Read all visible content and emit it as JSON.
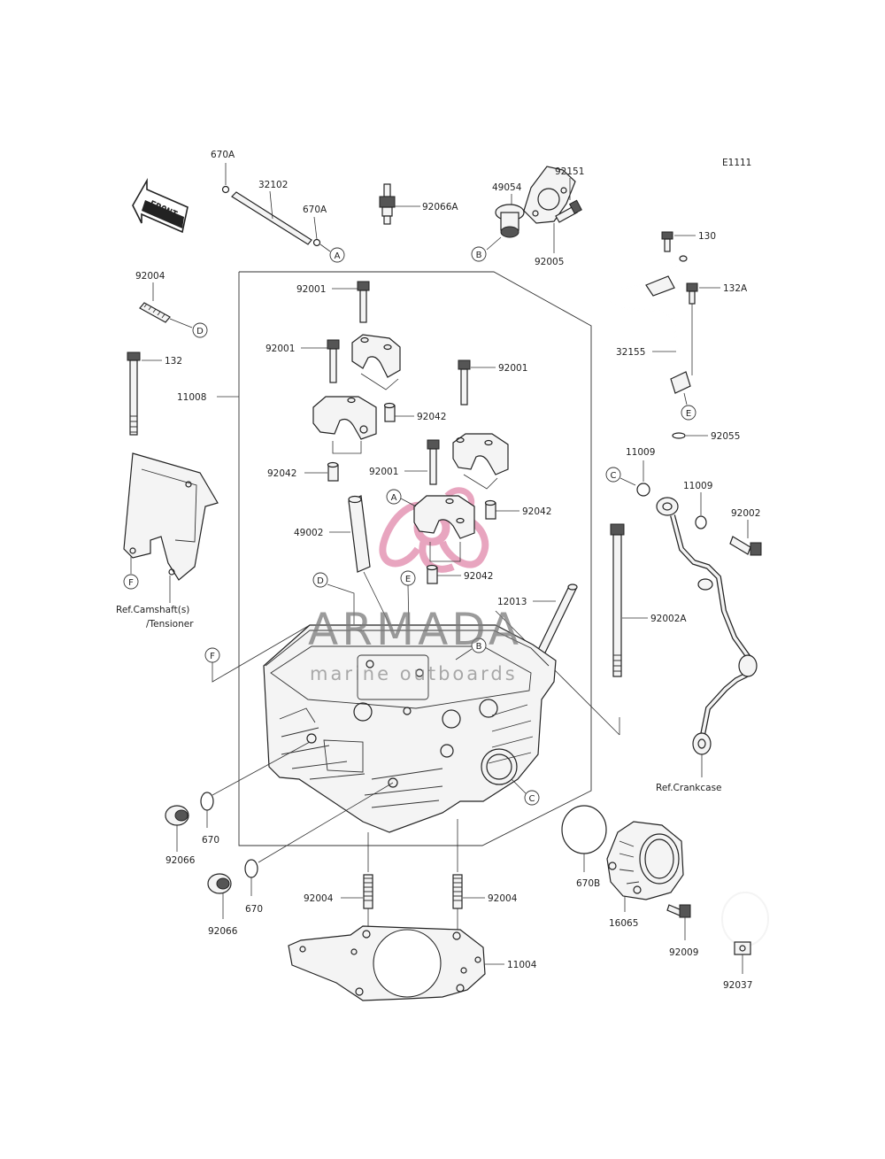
{
  "diagram_code": "E1111",
  "front_label": "FRONT",
  "watermark": {
    "brand": "ARMADA",
    "tagline": "marine outboards",
    "logo_color": "#e38fb0"
  },
  "parts": {
    "p670A_1": "670A",
    "p32102": "32102",
    "p670A_2": "670A",
    "p92066A": "92066A",
    "p49054": "49054",
    "p92151": "92151",
    "p92005": "92005",
    "p130": "130",
    "p132A": "132A",
    "p32155": "32155",
    "p92055": "92055",
    "p92004_top": "92004",
    "p132": "132",
    "p11008": "11008",
    "p92001_a": "92001",
    "p92001_b": "92001",
    "p92001_c": "92001",
    "p92001_d": "92001",
    "p92042_a": "92042",
    "p92042_b": "92042",
    "p92042_c": "92042",
    "p92042_d": "92042",
    "p49002": "49002",
    "p11009_a": "11009",
    "p11009_b": "11009",
    "p92002": "92002",
    "p92002A": "92002A",
    "p12013": "12013",
    "p670_a": "670",
    "p670_b": "670",
    "p92066_a": "92066",
    "p92066_b": "92066",
    "p92004_l": "92004",
    "p92004_r": "92004",
    "p11004": "11004",
    "p670B": "670B",
    "p16065": "16065",
    "p92009": "92009",
    "p92037": "92037"
  },
  "refs": {
    "camshaft_1": "Ref.Camshaft(s)",
    "camshaft_2": "/Tensioner",
    "crankcase": "Ref.Crankcase"
  },
  "callouts": {
    "A": "A",
    "B": "B",
    "C": "C",
    "D": "D",
    "E": "E",
    "F": "F"
  }
}
